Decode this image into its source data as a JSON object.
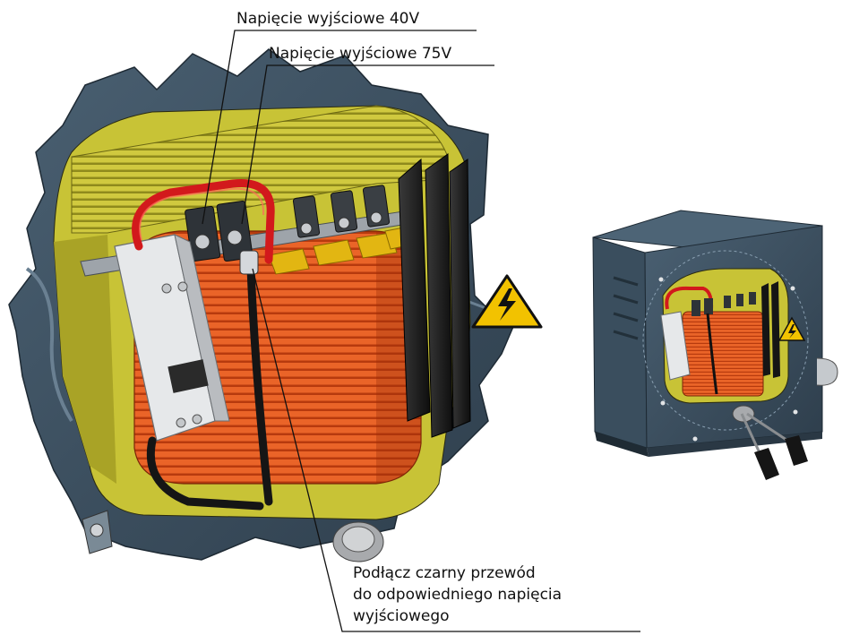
{
  "labels": {
    "output_40v": "Napięcie wyjściowe 40V",
    "output_75v": "Napięcie wyjściowe 75V",
    "connect_black_wire": [
      "Podłącz czarny przewód",
      "do odpowiedniego napięcia",
      "wyjściowego"
    ]
  },
  "colors": {
    "housing": "#3a4c5c",
    "housing_light": "#566c7e",
    "core": "#c9c23a",
    "winding": "#e5581f",
    "heatsink": "#1c1c1c",
    "red_wire": "#d2191c",
    "warning": "#f2c200"
  },
  "icons": [
    "high-voltage-warning-icon"
  ]
}
